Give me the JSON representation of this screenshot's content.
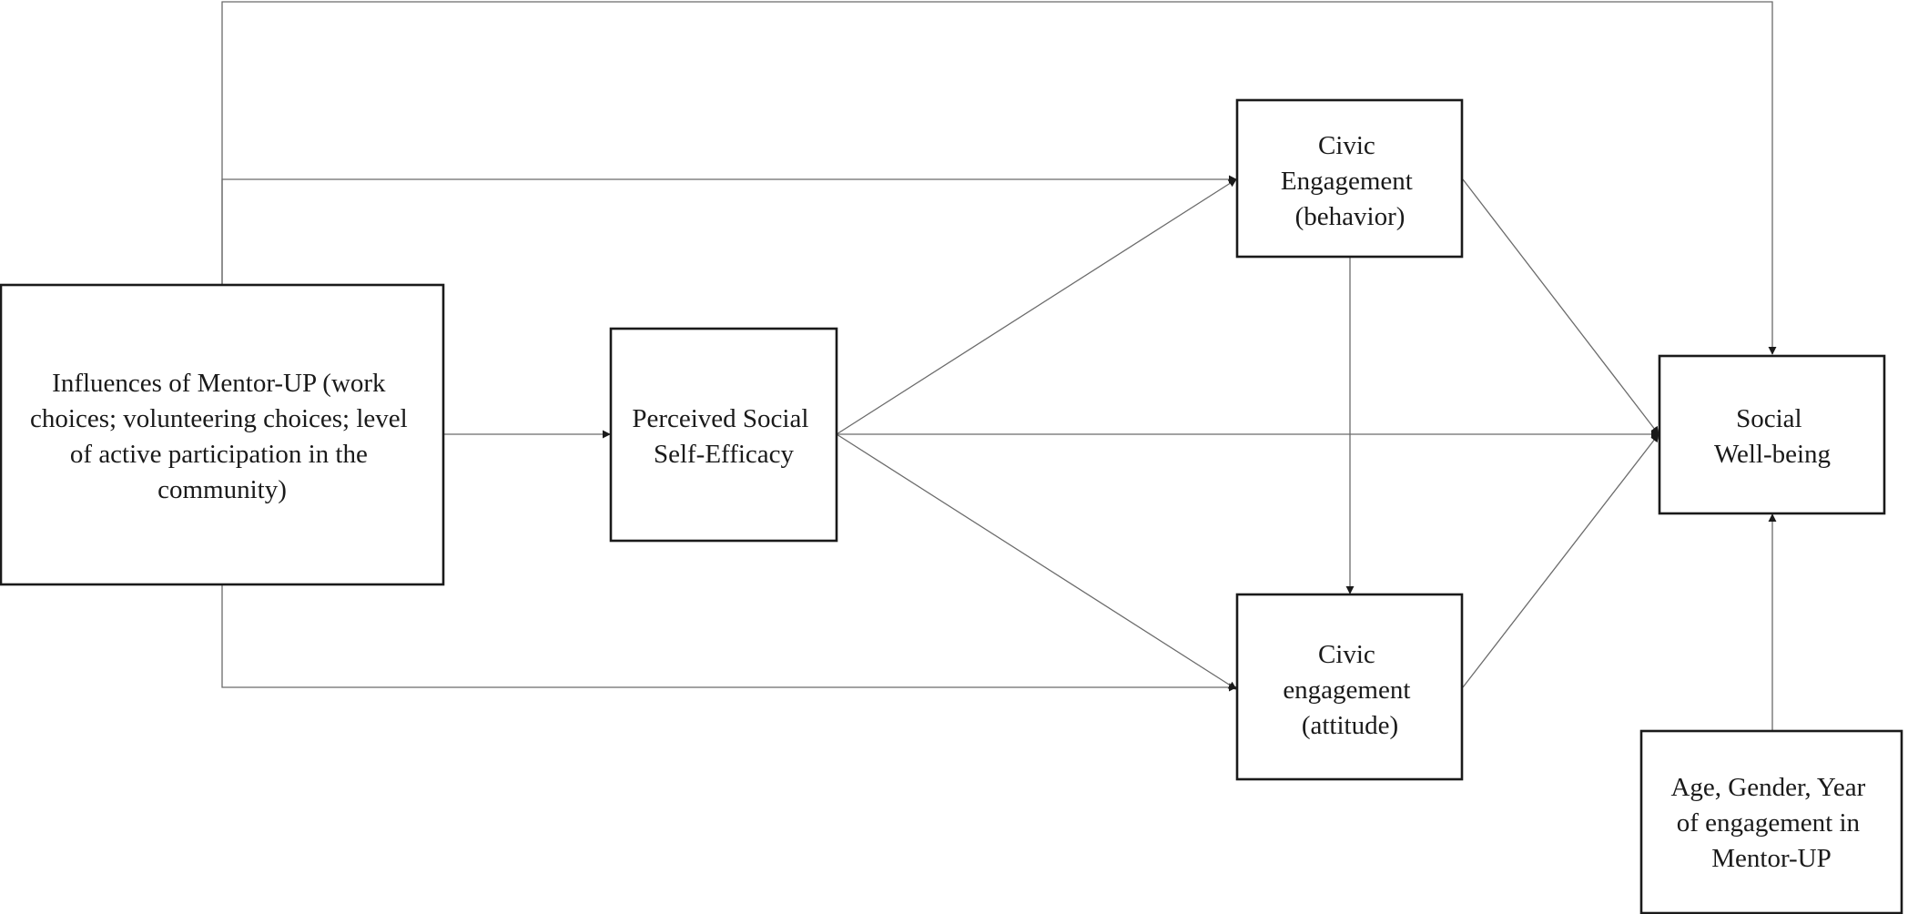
{
  "diagram": {
    "nodes": {
      "mentor_up": {
        "lines": [
          "Influences of Mentor-UP  (work",
          "choices; volunteering choices; level",
          "of active participation in the",
          "community)"
        ]
      },
      "self_efficacy": {
        "lines": [
          "Perceived Social",
          "Self-Efficacy"
        ]
      },
      "civic_behavior": {
        "lines": [
          "Civic",
          "Engagement",
          "(behavior)"
        ]
      },
      "civic_attitude": {
        "lines": [
          "Civic",
          "engagement",
          "(attitude)"
        ]
      },
      "social_wellbeing": {
        "lines": [
          "Social",
          "Well-being"
        ]
      },
      "covariates": {
        "lines": [
          "Age, Gender, Year",
          "of engagement in",
          "Mentor-UP"
        ]
      }
    },
    "edges": [
      {
        "from": "mentor_up",
        "to": "self_efficacy"
      },
      {
        "from": "mentor_up",
        "to": "civic_behavior"
      },
      {
        "from": "mentor_up",
        "to": "civic_attitude"
      },
      {
        "from": "mentor_up",
        "to": "social_wellbeing"
      },
      {
        "from": "self_efficacy",
        "to": "civic_behavior"
      },
      {
        "from": "self_efficacy",
        "to": "civic_attitude"
      },
      {
        "from": "self_efficacy",
        "to": "social_wellbeing"
      },
      {
        "from": "civic_behavior",
        "to": "civic_attitude"
      },
      {
        "from": "civic_behavior",
        "to": "social_wellbeing"
      },
      {
        "from": "civic_attitude",
        "to": "social_wellbeing"
      },
      {
        "from": "covariates",
        "to": "social_wellbeing"
      }
    ],
    "colors": {
      "box_stroke": "#1a1a1a",
      "connector": "#6b6b6b",
      "text": "#1a1a1a",
      "background": "#ffffff"
    }
  }
}
